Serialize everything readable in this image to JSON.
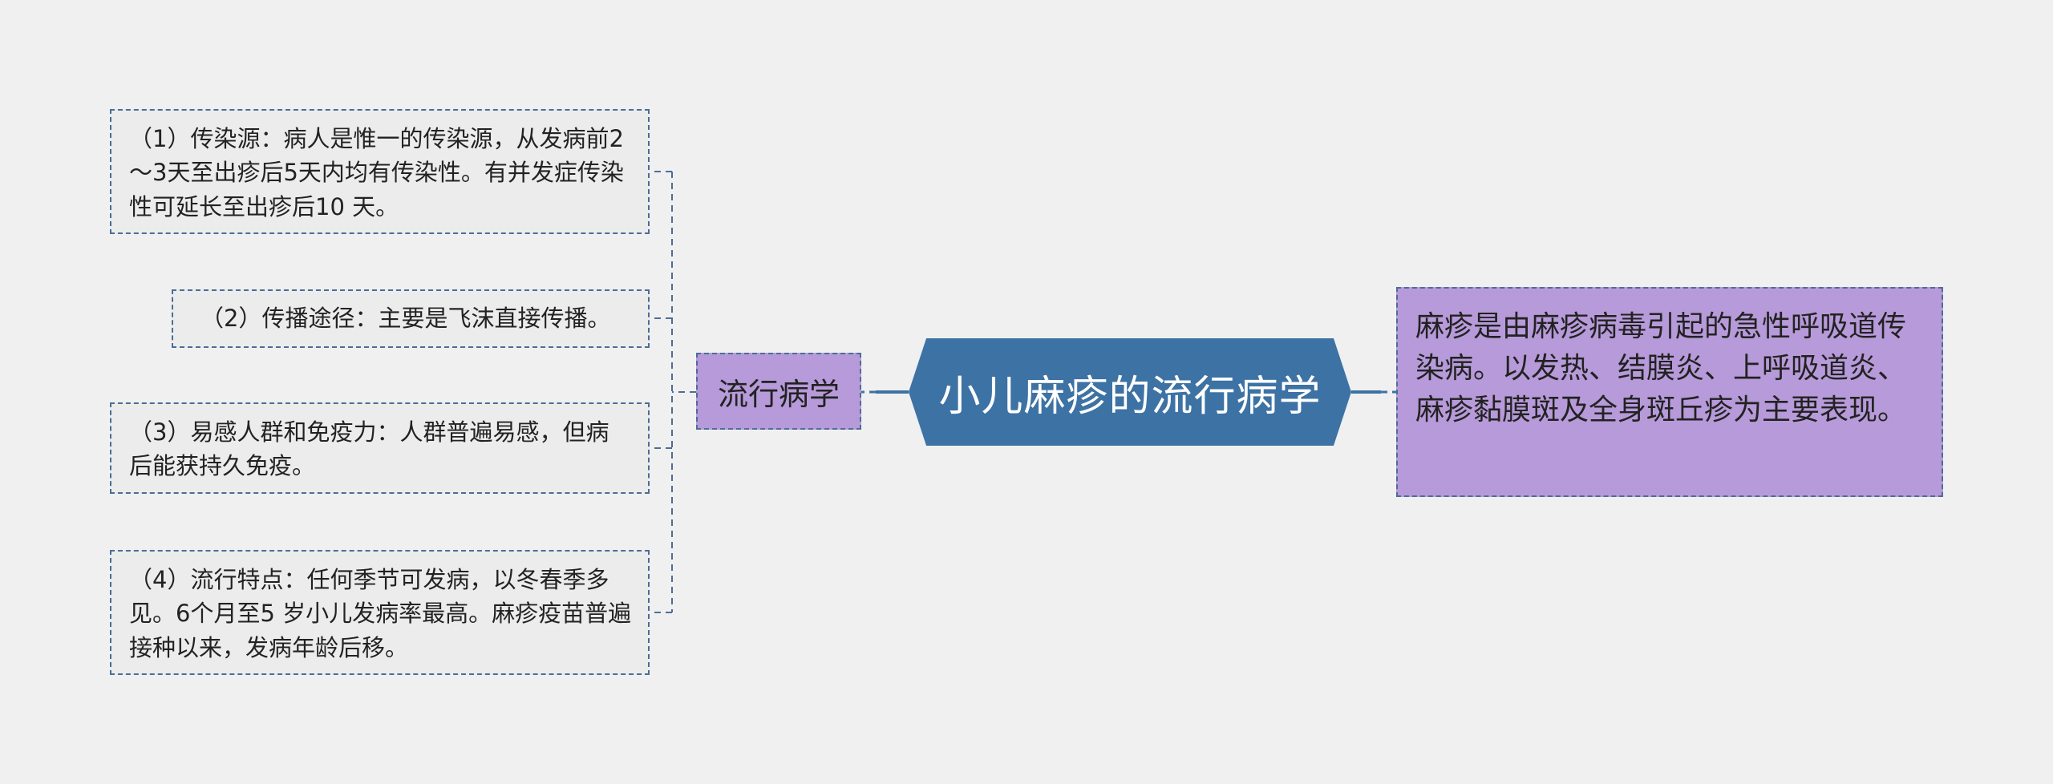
{
  "diagram": {
    "type": "mind-map",
    "central_topic": "小儿麻疹的流行病学",
    "left_branch": {
      "label": "流行病学",
      "leaves": [
        "（1）传染源：病人是惟一的传染源，从发病前2～3天至出疹后5天内均有传染性。有并发症传染性可延长至出疹后10 天。",
        "（2）传播途径：主要是飞沫直接传播。",
        "（3）易感人群和免疫力：人群普遍易感，但病后能获持久免疫。",
        "（4）流行特点：任何季节可发病，以冬春季多见。6个月至5 岁小儿发病率最高。麻疹疫苗普遍接种以来，发病年龄后移。"
      ]
    },
    "right_branch": {
      "text": "麻疹是由麻疹病毒引起的急性呼吸道传染病。以发热、结膜炎、上呼吸道炎、麻疹黏膜斑及全身斑丘疹为主要表现。"
    },
    "colors": {
      "background": "#f0f0f0",
      "central_fill": "#3d72a4",
      "branch_fill": "#b79ad9",
      "leaf_fill": "#ececec",
      "connector": "#3d72a4",
      "dashed_border": "#4c6d96"
    }
  }
}
